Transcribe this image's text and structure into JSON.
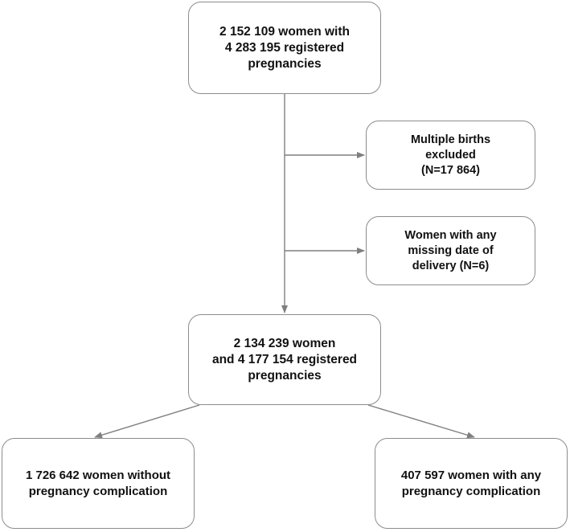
{
  "flowchart": {
    "top_box": {
      "lines": [
        "2 152 109 women  with",
        "4 283 195 registered",
        "pregnancies"
      ]
    },
    "exclusion_1": {
      "lines": [
        "Multiple births",
        "excluded",
        "(N=17 864)"
      ]
    },
    "exclusion_2": {
      "lines": [
        "Women  with any",
        "missing date of",
        "delivery (N=6)"
      ]
    },
    "middle_box": {
      "lines": [
        "2 134 239 women",
        "and 4 177 154 registered",
        "pregnancies"
      ]
    },
    "left_box": {
      "lines": [
        "1 726 642 women without",
        "pregnancy complication"
      ]
    },
    "right_box": {
      "lines": [
        "407 597 women  with any",
        "pregnancy complication"
      ]
    }
  },
  "colors": {
    "box_border": "#8c8c8c",
    "connector": "#7f7f7f",
    "text": "#111111"
  }
}
